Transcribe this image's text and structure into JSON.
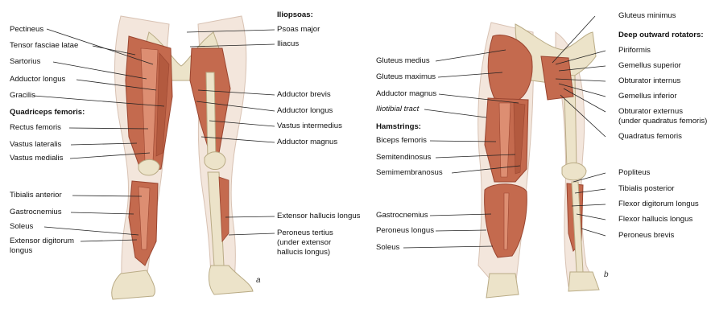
{
  "panel_a": {
    "letter": "a",
    "iliopsoas_heading": "Iliopsoas:",
    "quadriceps_heading": "Quadriceps femoris:",
    "left_labels": {
      "pectineus": "Pectineus",
      "tensor": "Tensor fasciae latae",
      "sartorius": "Sartorius",
      "adductor_longus": "Adductor longus",
      "gracilis": "Gracilis",
      "rectus": "Rectus femoris",
      "vastus_lateralis": "Vastus lateralis",
      "vastus_medialis": "Vastus medialis",
      "tibialis_anterior": "Tibialis anterior",
      "gastrocnemius": "Gastrocnemius",
      "soleus": "Soleus",
      "ext_dig_1": "Extensor digitorum",
      "ext_dig_2": "longus"
    },
    "right_labels": {
      "psoas": "Psoas major",
      "iliacus": "Iliacus",
      "adductor_brevis": "Adductor brevis",
      "adductor_longus": "Adductor longus",
      "vastus_intermedius": "Vastus intermedius",
      "adductor_magnus": "Adductor magnus",
      "ext_hallucis": "Extensor hallucis longus",
      "peroneus_tertius_1": "Peroneus tertius",
      "peroneus_tertius_2": "(under extensor",
      "peroneus_tertius_3": "hallucis longus)"
    }
  },
  "panel_b": {
    "letter": "b",
    "deep_heading": "Deep outward rotators:",
    "hamstrings_heading": "Hamstrings:",
    "left_labels": {
      "gluteus_medius": "Gluteus medius",
      "gluteus_maximus": "Gluteus maximus",
      "adductor_magnus": "Adductor magnus",
      "iliotibial": "Iliotibial tract",
      "biceps": "Biceps femoris",
      "semitendinosus": "Semitendinosus",
      "semimembranosus": "Semimembranosus",
      "gastrocnemius": "Gastrocnemius",
      "peroneus_longus": "Peroneus longus",
      "soleus": "Soleus"
    },
    "right_labels": {
      "gluteus_minimus": "Gluteus minimus",
      "piriformis": "Piriformis",
      "gemellus_superior": "Gemellus superior",
      "obturator_internus": "Obturator internus",
      "gemellus_inferior": "Gemellus inferior",
      "obturator_externus_1": "Obturator externus",
      "obturator_externus_2": "(under quadratus femoris)",
      "quadratus": "Quadratus femoris",
      "popliteus": "Popliteus",
      "tibialis_posterior": "Tibialis posterior",
      "flexor_dig": "Flexor digitorum longus",
      "flexor_hallucis": "Flexor hallucis longus",
      "peroneus_brevis": "Peroneus brevis"
    }
  },
  "colors": {
    "muscle": "#c46a4e",
    "muscle_dark": "#9a4530",
    "muscle_light": "#dd8e72",
    "bone": "#ece3c9",
    "bone_edge": "#b9ab85",
    "skin": "#f3e6dc",
    "skin_edge": "#d8c2b3",
    "leader": "#222222"
  }
}
